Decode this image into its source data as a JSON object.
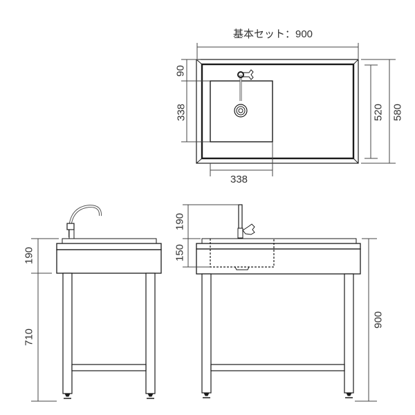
{
  "title": "基本セット：900",
  "colors": {
    "line": "#1a1a1a",
    "dim": "#444444",
    "background": "#ffffff"
  },
  "top_view": {
    "width_label": "基本セット：900",
    "dims": {
      "faucet_offset": "90",
      "bowl_depth": "338",
      "bowl_width": "338",
      "inner_depth": "520",
      "overall_depth": "580"
    }
  },
  "side_view": {
    "dims": {
      "faucet_height": "190",
      "leg_height": "710"
    }
  },
  "front_view": {
    "dims": {
      "faucet_height": "190",
      "bowl_height": "150",
      "overall_height": "900"
    }
  }
}
